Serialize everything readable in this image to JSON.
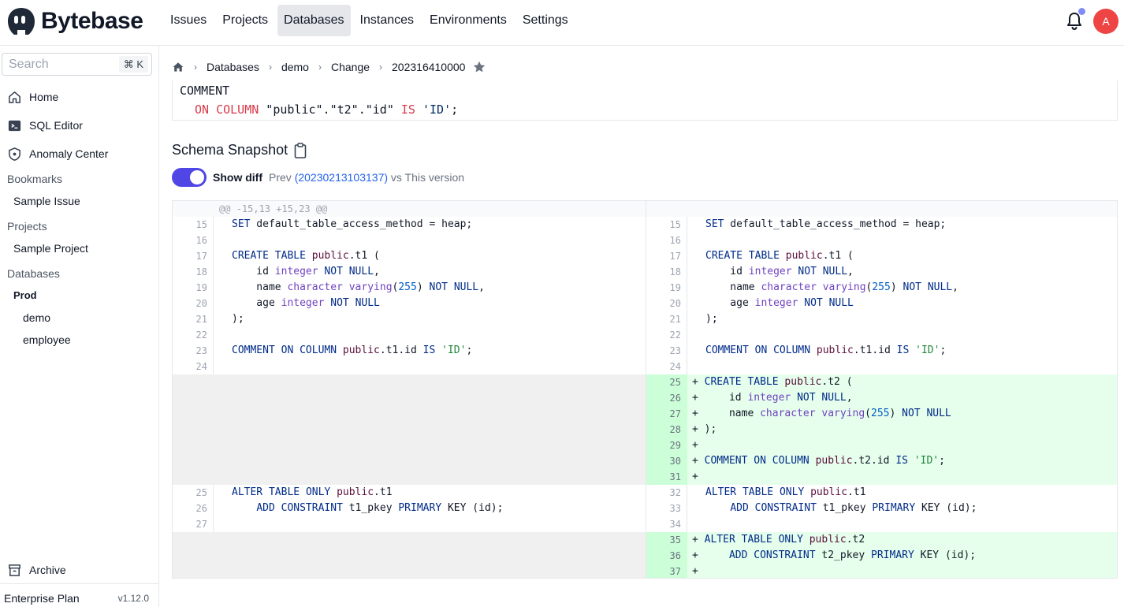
{
  "app": {
    "name": "Bytebase"
  },
  "nav": [
    "Issues",
    "Projects",
    "Databases",
    "Instances",
    "Environments",
    "Settings"
  ],
  "nav_active": "Databases",
  "user": {
    "initial": "A"
  },
  "sidebar": {
    "search_placeholder": "Search",
    "search_shortcut": "⌘ K",
    "links": [
      {
        "label": "Home",
        "icon": "home-icon"
      },
      {
        "label": "SQL Editor",
        "icon": "terminal-icon"
      },
      {
        "label": "Anomaly Center",
        "icon": "shield-icon"
      }
    ],
    "bookmarks_heading": "Bookmarks",
    "bookmark_items": [
      "Sample Issue"
    ],
    "projects_heading": "Projects",
    "project_items": [
      "Sample Project"
    ],
    "databases_heading": "Databases",
    "environment": "Prod",
    "database_items": [
      "demo",
      "employee"
    ],
    "archive_label": "Archive",
    "plan": "Enterprise Plan",
    "version": "v1.12.0"
  },
  "breadcrumb": [
    "Databases",
    "demo",
    "Change",
    "202316410000"
  ],
  "statement": {
    "line1": "COMMENT",
    "line2_kw": "ON COLUMN",
    "line2_target": " \"public\".\"t2\".\"id\" ",
    "line2_is": "IS",
    "line2_value": "'ID'",
    "line2_end": ";"
  },
  "snapshot": {
    "title": "Schema Snapshot",
    "show_diff_label": "Show diff",
    "prev_prefix": "Prev ",
    "prev_version": "(20230213103137)",
    "prev_suffix": " vs This version",
    "show_diff": true
  },
  "diff": {
    "hunk_header": "@@ -15,13 +15,23 @@",
    "left": [
      {
        "n": "15",
        "code": "SET default_table_access_method = heap;"
      },
      {
        "n": "16",
        "code": ""
      },
      {
        "n": "17",
        "code": "CREATE TABLE public.t1 ("
      },
      {
        "n": "18",
        "code": "    id integer NOT NULL,"
      },
      {
        "n": "19",
        "code": "    name character varying(255) NOT NULL,"
      },
      {
        "n": "20",
        "code": "    age integer NOT NULL"
      },
      {
        "n": "21",
        "code": ");"
      },
      {
        "n": "22",
        "code": ""
      },
      {
        "n": "23",
        "code": "COMMENT ON COLUMN public.t1.id IS 'ID';"
      },
      {
        "n": "24",
        "code": ""
      },
      {
        "n": "",
        "code": "",
        "empty": true
      },
      {
        "n": "",
        "code": "",
        "empty": true
      },
      {
        "n": "",
        "code": "",
        "empty": true
      },
      {
        "n": "",
        "code": "",
        "empty": true
      },
      {
        "n": "",
        "code": "",
        "empty": true
      },
      {
        "n": "",
        "code": "",
        "empty": true
      },
      {
        "n": "",
        "code": "",
        "empty": true
      },
      {
        "n": "25",
        "code": "ALTER TABLE ONLY public.t1"
      },
      {
        "n": "26",
        "code": "    ADD CONSTRAINT t1_pkey PRIMARY KEY (id);"
      },
      {
        "n": "27",
        "code": ""
      },
      {
        "n": "",
        "code": "",
        "empty": true
      },
      {
        "n": "",
        "code": "",
        "empty": true
      },
      {
        "n": "",
        "code": "",
        "empty": true
      }
    ],
    "right": [
      {
        "n": "15",
        "code": "SET default_table_access_method = heap;"
      },
      {
        "n": "16",
        "code": ""
      },
      {
        "n": "17",
        "code": "CREATE TABLE public.t1 ("
      },
      {
        "n": "18",
        "code": "    id integer NOT NULL,"
      },
      {
        "n": "19",
        "code": "    name character varying(255) NOT NULL,"
      },
      {
        "n": "20",
        "code": "    age integer NOT NULL"
      },
      {
        "n": "21",
        "code": ");"
      },
      {
        "n": "22",
        "code": ""
      },
      {
        "n": "23",
        "code": "COMMENT ON COLUMN public.t1.id IS 'ID';"
      },
      {
        "n": "24",
        "code": ""
      },
      {
        "n": "25",
        "code": "+ CREATE TABLE public.t2 (",
        "add": true
      },
      {
        "n": "26",
        "code": "+     id integer NOT NULL,",
        "add": true
      },
      {
        "n": "27",
        "code": "+     name character varying(255) NOT NULL",
        "add": true
      },
      {
        "n": "28",
        "code": "+ );",
        "add": true
      },
      {
        "n": "29",
        "code": "+",
        "add": true
      },
      {
        "n": "30",
        "code": "+ COMMENT ON COLUMN public.t2.id IS 'ID';",
        "add": true
      },
      {
        "n": "31",
        "code": "+",
        "add": true
      },
      {
        "n": "32",
        "code": "ALTER TABLE ONLY public.t1"
      },
      {
        "n": "33",
        "code": "    ADD CONSTRAINT t1_pkey PRIMARY KEY (id);"
      },
      {
        "n": "34",
        "code": ""
      },
      {
        "n": "35",
        "code": "+ ALTER TABLE ONLY public.t2",
        "add": true
      },
      {
        "n": "36",
        "code": "+     ADD CONSTRAINT t2_pkey PRIMARY KEY (id);",
        "add": true
      },
      {
        "n": "37",
        "code": "+",
        "add": true
      }
    ]
  },
  "colors": {
    "accent": "#4f46e5",
    "added_bg": "#e6ffec",
    "avatar": "#ef4444"
  }
}
